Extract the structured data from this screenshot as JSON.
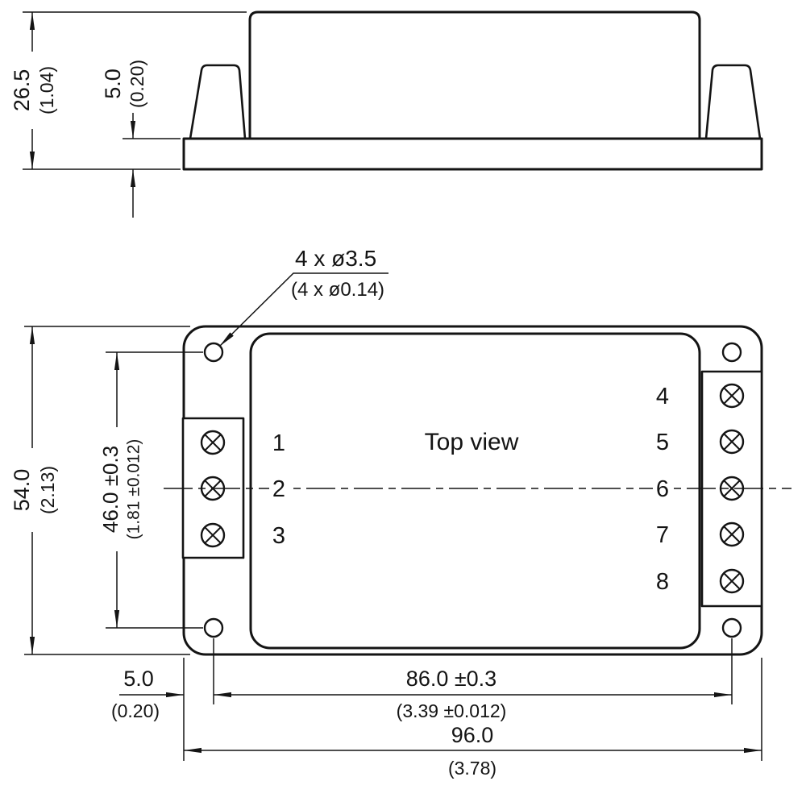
{
  "ink_color": "#141414",
  "side_view": {
    "height_mm": "26.5",
    "height_in": "(1.04)",
    "base_mm": "5.0",
    "base_in": "(0.20)"
  },
  "top_view": {
    "label": "Top view",
    "holes_note_mm": "4 x ø3.5",
    "holes_note_in": "(4 x ø0.14)",
    "height_mm": "54.0",
    "height_in": "(2.13)",
    "pin_span_mm": "46.0 ±0.3",
    "pin_span_in": "(1.81 ±0.012)",
    "edge_offset_mm": "5.0",
    "edge_offset_in": "(0.20)",
    "hole_span_mm": "86.0 ±0.3",
    "hole_span_in": "(3.39 ±0.012)",
    "width_mm": "96.0",
    "width_in": "(3.78)",
    "left_pins": [
      "1",
      "2",
      "3"
    ],
    "right_pins": [
      "4",
      "5",
      "6",
      "7",
      "8"
    ]
  }
}
